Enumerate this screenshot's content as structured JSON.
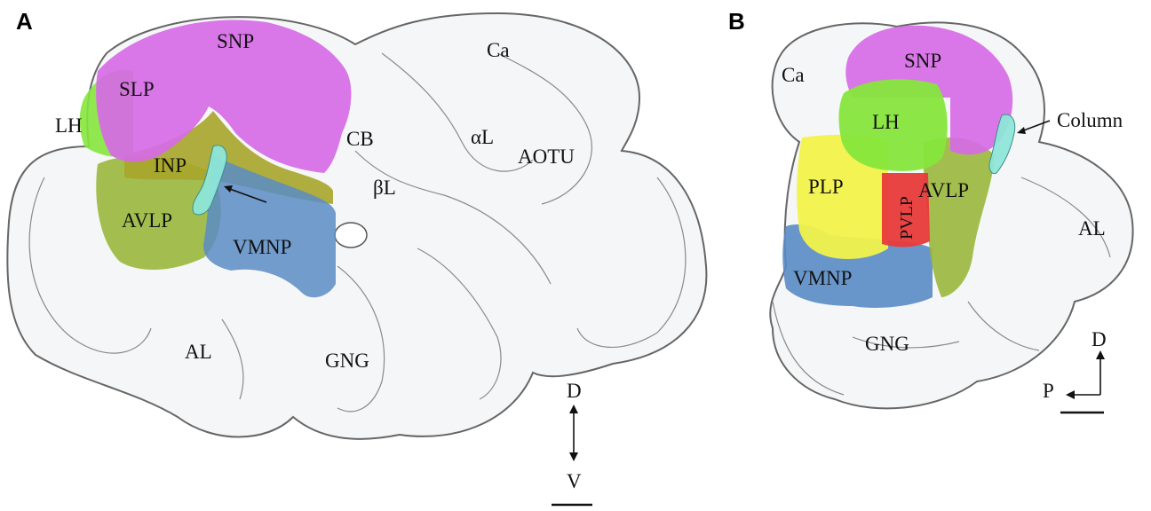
{
  "panels": {
    "a": "A",
    "b": "B"
  },
  "panel_a": {
    "labels": {
      "snp": "SNP",
      "slp": "SLP",
      "lh": "LH",
      "inp": "INP",
      "avlp": "AVLP",
      "vmnp": "VMNP",
      "cb": "CB",
      "ca": "Ca",
      "alpha_l": "αL",
      "beta_l": "βL",
      "aotu": "AOTU",
      "al": "AL",
      "gng": "GNG"
    },
    "axis": {
      "top": "D",
      "bottom": "V"
    }
  },
  "panel_b": {
    "labels": {
      "ca": "Ca",
      "snp": "SNP",
      "lh": "LH",
      "column": "Column",
      "plp": "PLP",
      "pvlp": "PVLP",
      "avlp": "AVLP",
      "al": "AL",
      "vmnp": "VMNP",
      "gng": "GNG"
    },
    "axis": {
      "up": "D",
      "left": "P"
    }
  },
  "colors": {
    "snp": "#d66ae6",
    "lh": "#86e63c",
    "inp": "#a8a52a",
    "avlp": "#9ab83c",
    "vmnp": "#5a8cc4",
    "plp": "#f2f24a",
    "pvlp": "#e83a3a",
    "column": "#8ee6d8"
  }
}
